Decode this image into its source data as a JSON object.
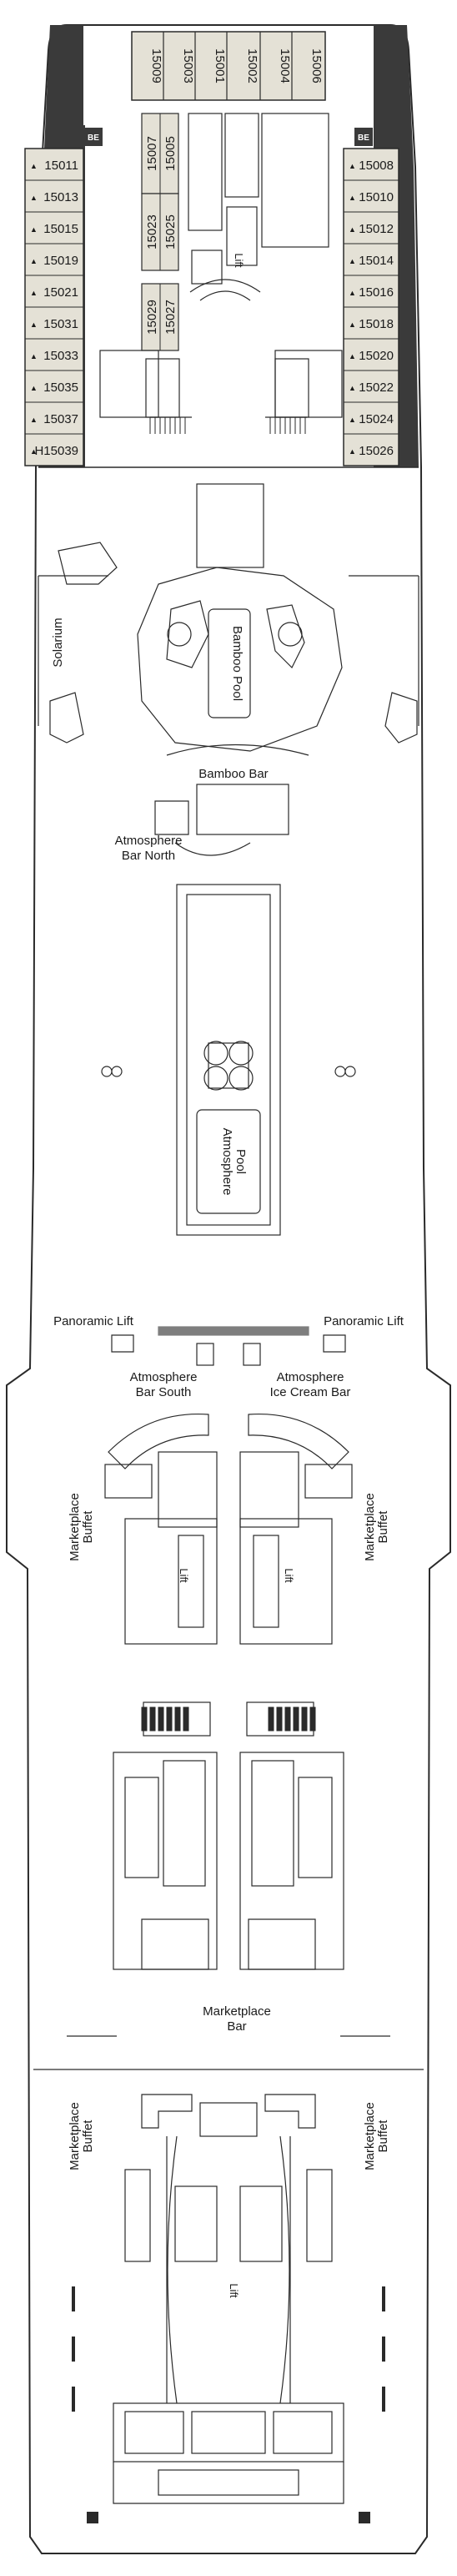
{
  "deck": {
    "cabins_left": [
      "15011",
      "15013",
      "15015",
      "15019",
      "15021",
      "15031",
      "15033",
      "15035",
      "15037",
      "H15039"
    ],
    "cabins_right": [
      "15008",
      "15010",
      "15012",
      "15014",
      "15016",
      "15018",
      "15020",
      "15022",
      "15024",
      "15026"
    ],
    "cabins_top": [
      "15009",
      "15003",
      "15001",
      "15002",
      "15004",
      "15006"
    ],
    "cabins_inner_left": [
      "15007",
      "15005"
    ],
    "cabins_inner_mid": [
      "15023",
      "15025"
    ],
    "cabins_inner_low": [
      "15029",
      "15027"
    ],
    "suite_badge": "BE",
    "lift": "Lift",
    "venues": {
      "solarium": "Solarium",
      "bamboo_pool": "Bamboo Pool",
      "bamboo_bar": "Bamboo Bar",
      "atmosphere_bar_north_1": "Atmosphere",
      "atmosphere_bar_north_2": "Bar North",
      "atmosphere_pool_1": "Atmosphere",
      "atmosphere_pool_2": "Pool",
      "panoramic_lift_left": "Panoramic Lift",
      "panoramic_lift_right": "Panoramic Lift",
      "atmosphere_bar_south_1": "Atmosphere",
      "atmosphere_bar_south_2": "Bar South",
      "atmosphere_ice_cream_1": "Atmosphere",
      "atmosphere_ice_cream_2": "Ice Cream Bar",
      "marketplace_buffet_1": "Marketplace",
      "marketplace_buffet_2": "Buffet",
      "marketplace_bar_1": "Marketplace",
      "marketplace_bar_2": "Bar"
    }
  },
  "colors": {
    "hull_dark": "#3a3a3a",
    "cabin_fill": "#e4e1d6",
    "line": "#2a2a2a",
    "background": "#ffffff"
  }
}
